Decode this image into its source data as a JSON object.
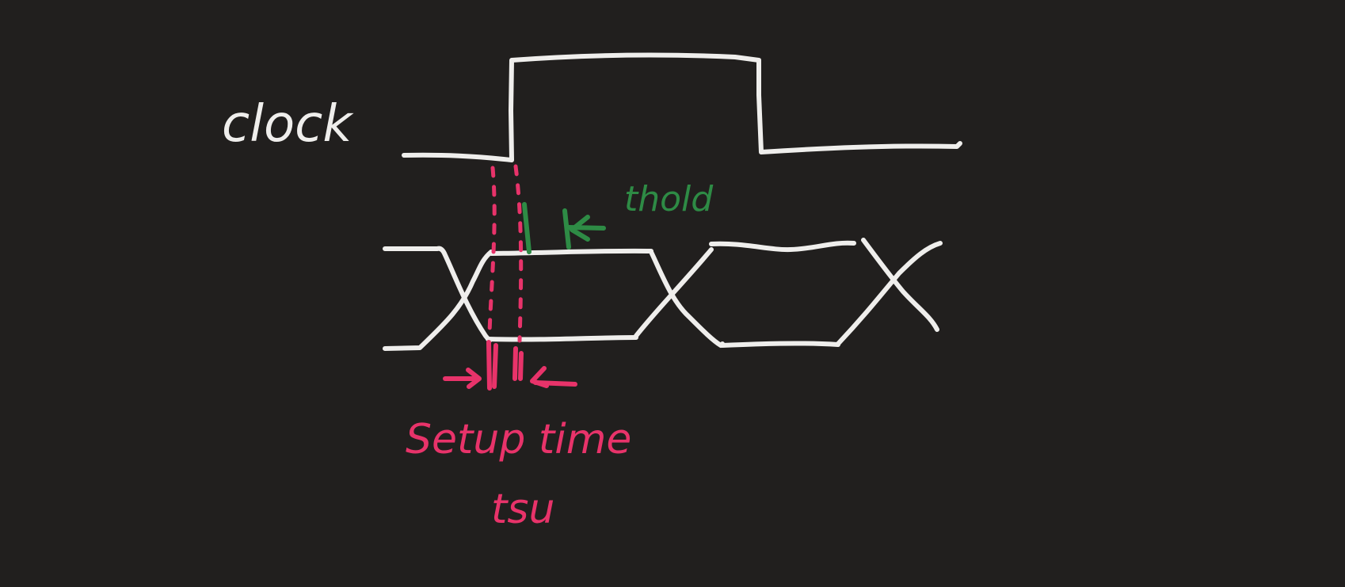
{
  "labels": {
    "clock": "clock",
    "thold": "thold",
    "setup_time": "Setup time",
    "tsu": "tsu"
  },
  "colors": {
    "background": "#211f1e",
    "signal": "#efeeec",
    "setup": "#e8336a",
    "hold": "#2e8b45"
  }
}
